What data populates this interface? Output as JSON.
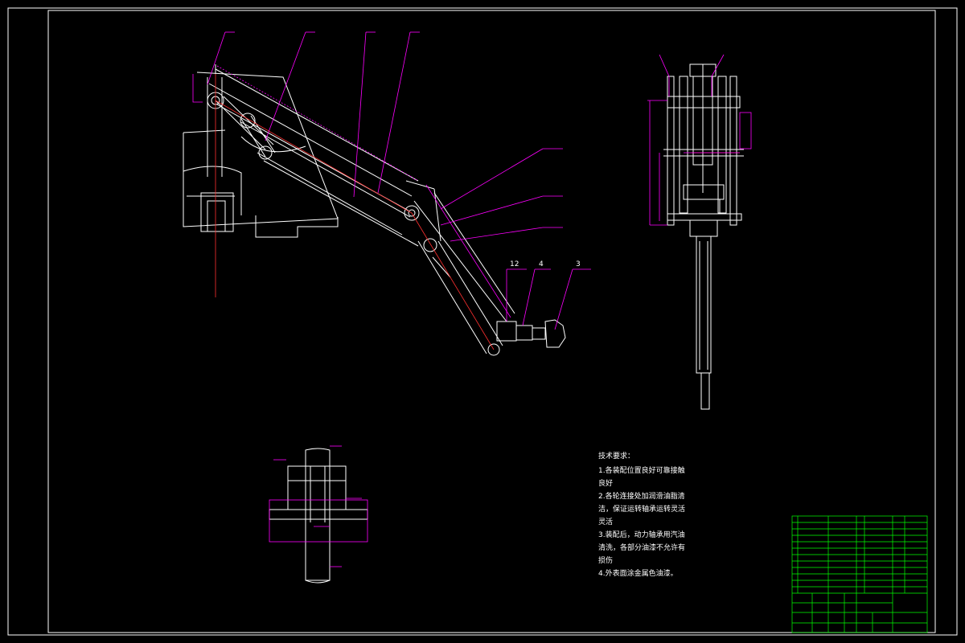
{
  "balloons": {
    "b12": "12",
    "b4": "4",
    "b3": "3"
  },
  "technical_notes": {
    "title": "技术要求：",
    "items": [
      "1.各装配位置良好可靠接触良好",
      "2.各轮连接处加润滑油脂清洁，保证运转轴承运转灵活灵活",
      "3.装配后，动力轴承用汽油清洗，各部分油漆不允许有损伤",
      "4.外表面涂金属色油漆。"
    ]
  },
  "colors": {
    "background": "#000000",
    "outline": "#ffffff",
    "annotation": "#ff00ff",
    "centerline": "#ff3030",
    "table_grid": "#00ff00"
  }
}
